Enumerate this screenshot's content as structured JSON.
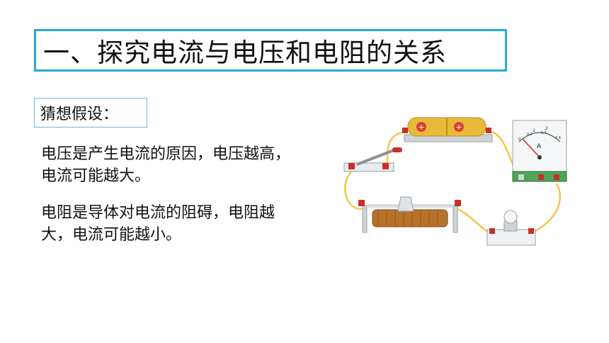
{
  "title": "一、探究电流与电压和电阻的关系",
  "hypothesis_label": "猜想假设：",
  "paragraphs": [
    "电压是产生电流的原因，电压越高，电流可能越大。",
    "电阻是导体对电流的阻碍，电阻越大，电流可能越小。"
  ],
  "ammeter": {
    "unit": "A",
    "scale": [
      "0",
      "0.2",
      "0.4",
      "0.6"
    ],
    "scale_top": [
      "1",
      "2"
    ]
  },
  "battery_sign": "+",
  "colors": {
    "title_border": "#2aa7d6",
    "hyp_border": "#6ab9dd",
    "wire": "#f3c64a",
    "battery": "#e9b939",
    "terminal_red": "#c8302a",
    "coil": "#b8732a"
  },
  "icons": [
    "switch-icon",
    "battery-icon",
    "ammeter-icon",
    "rheostat-icon",
    "lamp-icon"
  ]
}
